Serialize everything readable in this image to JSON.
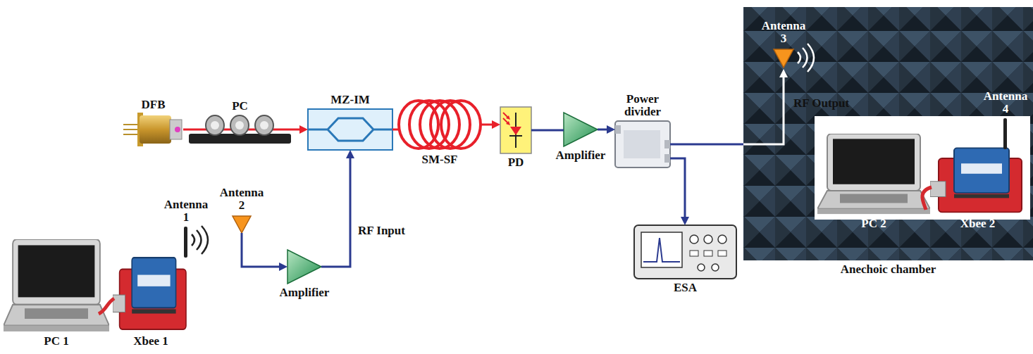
{
  "diagram": {
    "nodes": [
      {
        "text": [
          "DFB"
        ]
      },
      {
        "text": [
          "PC"
        ]
      },
      {
        "text": [
          "MZ-IM"
        ]
      },
      {
        "text": [
          "SM-SF"
        ]
      },
      {
        "text": [
          "PD"
        ]
      },
      {
        "text": [
          "Amplifier"
        ]
      },
      {
        "text": [
          "Power divider"
        ]
      },
      {
        "text": [
          "ESA"
        ]
      },
      {
        "text": [
          "Anechoic chamber"
        ]
      },
      {
        "text": [
          "Antenna 3"
        ],
        "in": 8
      },
      {
        "text": [
          "Antenna 4"
        ],
        "in": 8
      },
      {
        "text": [
          "PC 2"
        ],
        "in": 8
      },
      {
        "text": [
          "Xbee 2"
        ],
        "in": 8
      },
      {
        "text": [
          "PC 1"
        ]
      },
      {
        "text": [
          "Xbee 1"
        ]
      },
      {
        "text": [
          "Antenna 1"
        ]
      },
      {
        "text": [
          "Antenna 2"
        ]
      },
      {
        "text": [
          "Amplifier"
        ]
      }
    ],
    "edges": [
      {
        "from": 0,
        "to": 1,
        "arrow": "none"
      },
      {
        "from": 1,
        "to": 2,
        "arrow": "to"
      },
      {
        "from": 2,
        "to": 3,
        "arrow": "none"
      },
      {
        "from": 3,
        "to": 4,
        "arrow": "to"
      },
      {
        "from": 4,
        "to": 5,
        "arrow": "none"
      },
      {
        "from": 5,
        "to": 6,
        "arrow": "to"
      },
      {
        "from": 6,
        "to": 7,
        "arrow": "to"
      },
      {
        "from": 6,
        "to": 9,
        "label": "RF Output",
        "arrow": "to"
      },
      {
        "from": 16,
        "to": 17,
        "arrow": "to"
      },
      {
        "from": 17,
        "to": 2,
        "label": "RF Input",
        "arrow": "to"
      }
    ]
  }
}
